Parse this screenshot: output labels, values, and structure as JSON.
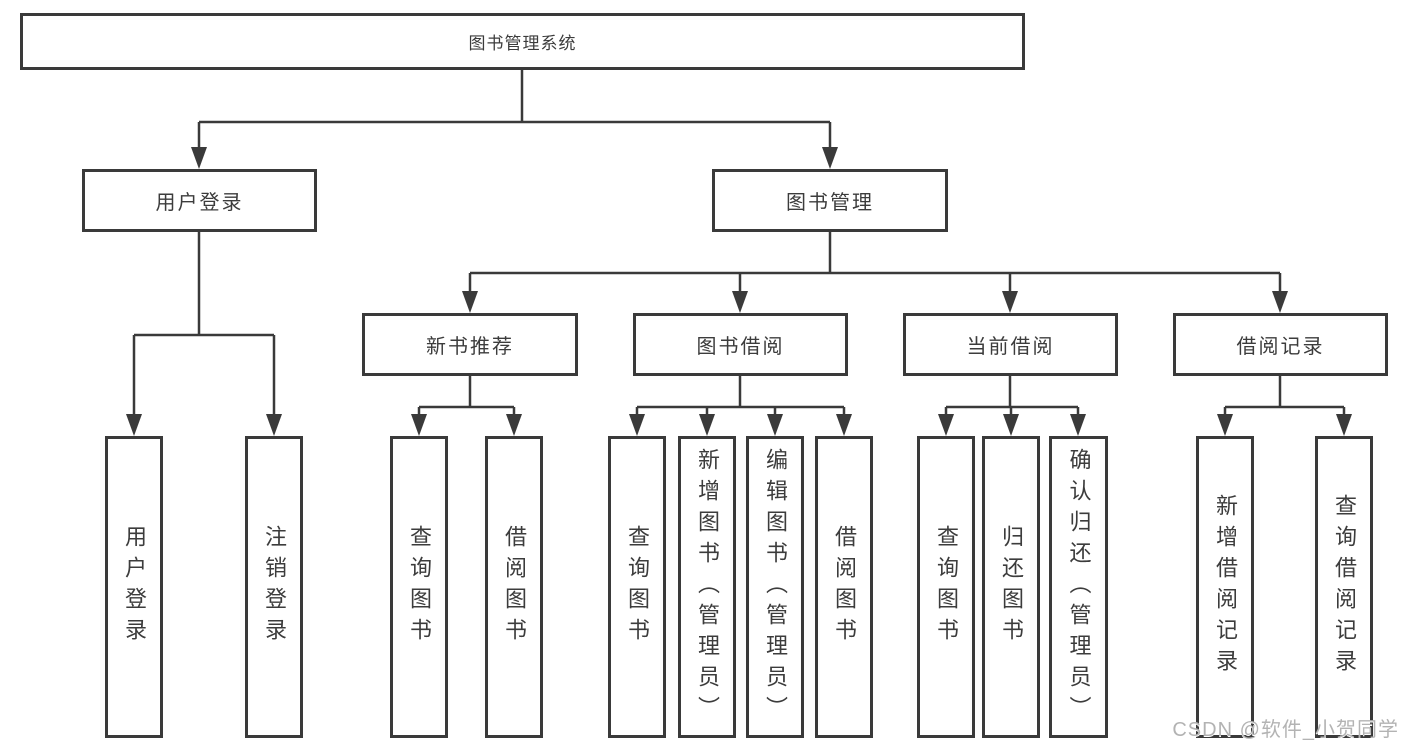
{
  "diagram": {
    "title": "图书管理系统",
    "level2": [
      {
        "label": "用户登录"
      },
      {
        "label": "图书管理"
      }
    ],
    "level3": [
      {
        "label": "新书推荐"
      },
      {
        "label": "图书借阅"
      },
      {
        "label": "当前借阅"
      },
      {
        "label": "借阅记录"
      }
    ],
    "leaves": [
      {
        "label": "用户登录"
      },
      {
        "label": "注销登录"
      },
      {
        "label": "查询图书"
      },
      {
        "label": "借阅图书"
      },
      {
        "label": "查询图书"
      },
      {
        "label": "新增图书（管理员）"
      },
      {
        "label": "编辑图书（管理员）"
      },
      {
        "label": "借阅图书"
      },
      {
        "label": "查询图书"
      },
      {
        "label": "归还图书"
      },
      {
        "label": "确认归还（管理员）"
      },
      {
        "label": "新增借阅记录"
      },
      {
        "label": "查询借阅记录"
      }
    ]
  },
  "watermark": "CSDN @软件_小贺同学",
  "colors": {
    "line": "#3a3a3a",
    "text": "#3c3c3c",
    "watermark": "#b3b3b3",
    "background": "#ffffff"
  }
}
